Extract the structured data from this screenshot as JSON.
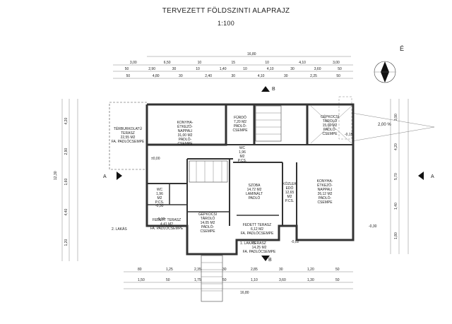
{
  "title": "TERVEZETT FÖLDSZINTI ALAPRAJZ",
  "scale": "1:100",
  "north_label": "É",
  "section_labels": {
    "a_left": "A",
    "a_right": "A",
    "b_top": "B",
    "b_bottom": "B"
  },
  "dims_top": {
    "overall": "16,80",
    "row1": [
      "3,00",
      "6,50",
      "10",
      "15",
      "10",
      "4,10",
      "3,00"
    ],
    "row2": [
      "50",
      "2,90",
      "30",
      "10",
      "1,40",
      "10",
      "4,10",
      "30",
      "3,60",
      "50"
    ],
    "row3": [
      "50",
      "4,80",
      "30",
      "2,40",
      "30",
      "4,10",
      "30",
      "2,25",
      "50"
    ]
  },
  "dims_bottom": {
    "row1": [
      "80",
      "1,25",
      "2,35",
      "30",
      "2,85",
      "30",
      "1,20",
      "50"
    ],
    "row2": [
      "1,50",
      "50",
      "1,75",
      "50",
      "1,10",
      "3,60",
      "1,30",
      "50"
    ],
    "overall": "16,80"
  },
  "dims_left": [
    "4,20",
    "2,90",
    "1,60",
    "4,40",
    "1,20"
  ],
  "dims_left_total": "12,30",
  "dims_right": [
    "3,90",
    "4,20",
    "5,70",
    "1,40",
    "1,80"
  ],
  "rooms": [
    {
      "id": "terasz-nw",
      "lines": [
        "TÉRBURKOLATÚ",
        "TERASZ",
        "22,55 M2",
        "FA. PADLÓCSEMPE"
      ]
    },
    {
      "id": "konyha-w",
      "lines": [
        "KONYHA-",
        "ÉTKEZŐ-",
        "NAPPALI",
        "31,00 M2",
        "PADLÓ-",
        "CSEMPE"
      ]
    },
    {
      "id": "furdo-n",
      "lines": [
        "FÜRDŐ",
        "7,20 M2",
        "PADLÓ-",
        "CSEMPE"
      ]
    },
    {
      "id": "gepkocsi-ne",
      "lines": [
        "GÉPKOCSI",
        "TÁROLÓ",
        "15,00 M2",
        "PADLÓ-",
        "CSEMPE"
      ]
    },
    {
      "id": "wc-w",
      "lines": [
        "WC",
        "1,96",
        "M2",
        "P.CS."
      ]
    },
    {
      "id": "wc-c",
      "lines": [
        "WC",
        "1,96",
        "M2",
        "P.CS."
      ]
    },
    {
      "id": "szoba",
      "lines": [
        "SZOBA",
        "14,72 M2",
        "LAMINÁLT",
        "PADLÓ"
      ]
    },
    {
      "id": "kozlekedo",
      "lines": [
        "KÖZLEK",
        "EDŐ",
        "12,65",
        "M2",
        "P.CS."
      ]
    },
    {
      "id": "konyha-e",
      "lines": [
        "KONYHA-",
        "ÉTKEZŐ-",
        "NAPPALI",
        "26,12 M2",
        "PADLÓ-",
        "CSEMPE"
      ]
    },
    {
      "id": "gepkocsi-sw",
      "lines": [
        "GÉPKOCSI",
        "TÁROLÓ",
        "14,05 M2",
        "PADLÓ-",
        "CSEMPE"
      ]
    },
    {
      "id": "fedett-w",
      "lines": [
        "FEDETT TERASZ",
        "4,41 M2",
        "FA. PADLÓCSEMPE"
      ]
    },
    {
      "id": "fedett-c",
      "lines": [
        "FEDETT TERASZ",
        "6,12 M2",
        "FA. PADLÓCSEMPE"
      ]
    },
    {
      "id": "terasz-s",
      "lines": [
        "TERASZ",
        "14,25 M2",
        "FA. PADLÓCSEMPE"
      ]
    }
  ],
  "callouts": {
    "lakas2": "2. LAKÁS",
    "lakas1": "1. LAKÁS",
    "slope": "2,00 %"
  },
  "levels": [
    "±0,00",
    "-0,02",
    "-0,15",
    "-0,30",
    "-0,02",
    "-0,30"
  ]
}
